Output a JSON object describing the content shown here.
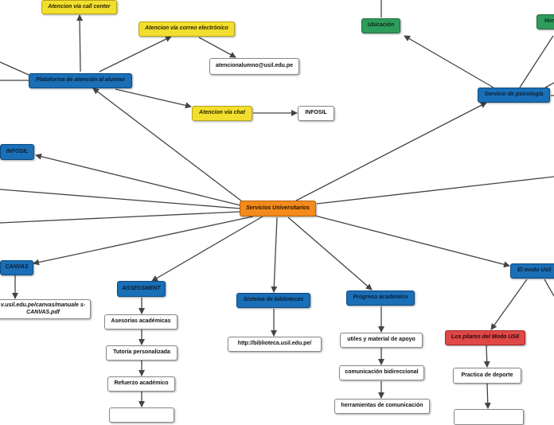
{
  "nodes": {
    "servicios": "Servicios Universitarios",
    "plataforma": "Plataforma de atención al alumno",
    "call_center": "Atencion vía call center",
    "correo": "Atencion vía correo electrónico",
    "correo_email": "atencionalumno@usil.edu.pe",
    "chat": "Atencion vía chat",
    "chat_infosil": "INFOSIL",
    "infosil": "INFOSIL",
    "ubicacion": "Ubicación",
    "horario": "Hora",
    "psicologia": "Servicio de psicología",
    "canvas": "CANVAS",
    "canvas_url": "v.usil.edu.pe/canvas/manuale s-CANVAS.pdf",
    "assessment": "ASSESSMENT",
    "asesorias": "Asesorías académicas",
    "tutoria": "Tutoría personalizada",
    "refuerzo": "Refuerzo académico",
    "biblioteca": "Sistema de bibliotecas",
    "biblioteca_url": "http://biblioteca.usil.edu.pe/",
    "progreso": "Progreso académico",
    "utiles": "utiles y material de apoyo",
    "comunicacion": "comunicación bidireccional",
    "herramientas": "herramientas de comunicación",
    "modo_usil": "El modo Usil",
    "pilares": "Los pilares del Modo USIl",
    "deporte": "Practica de deporte"
  }
}
